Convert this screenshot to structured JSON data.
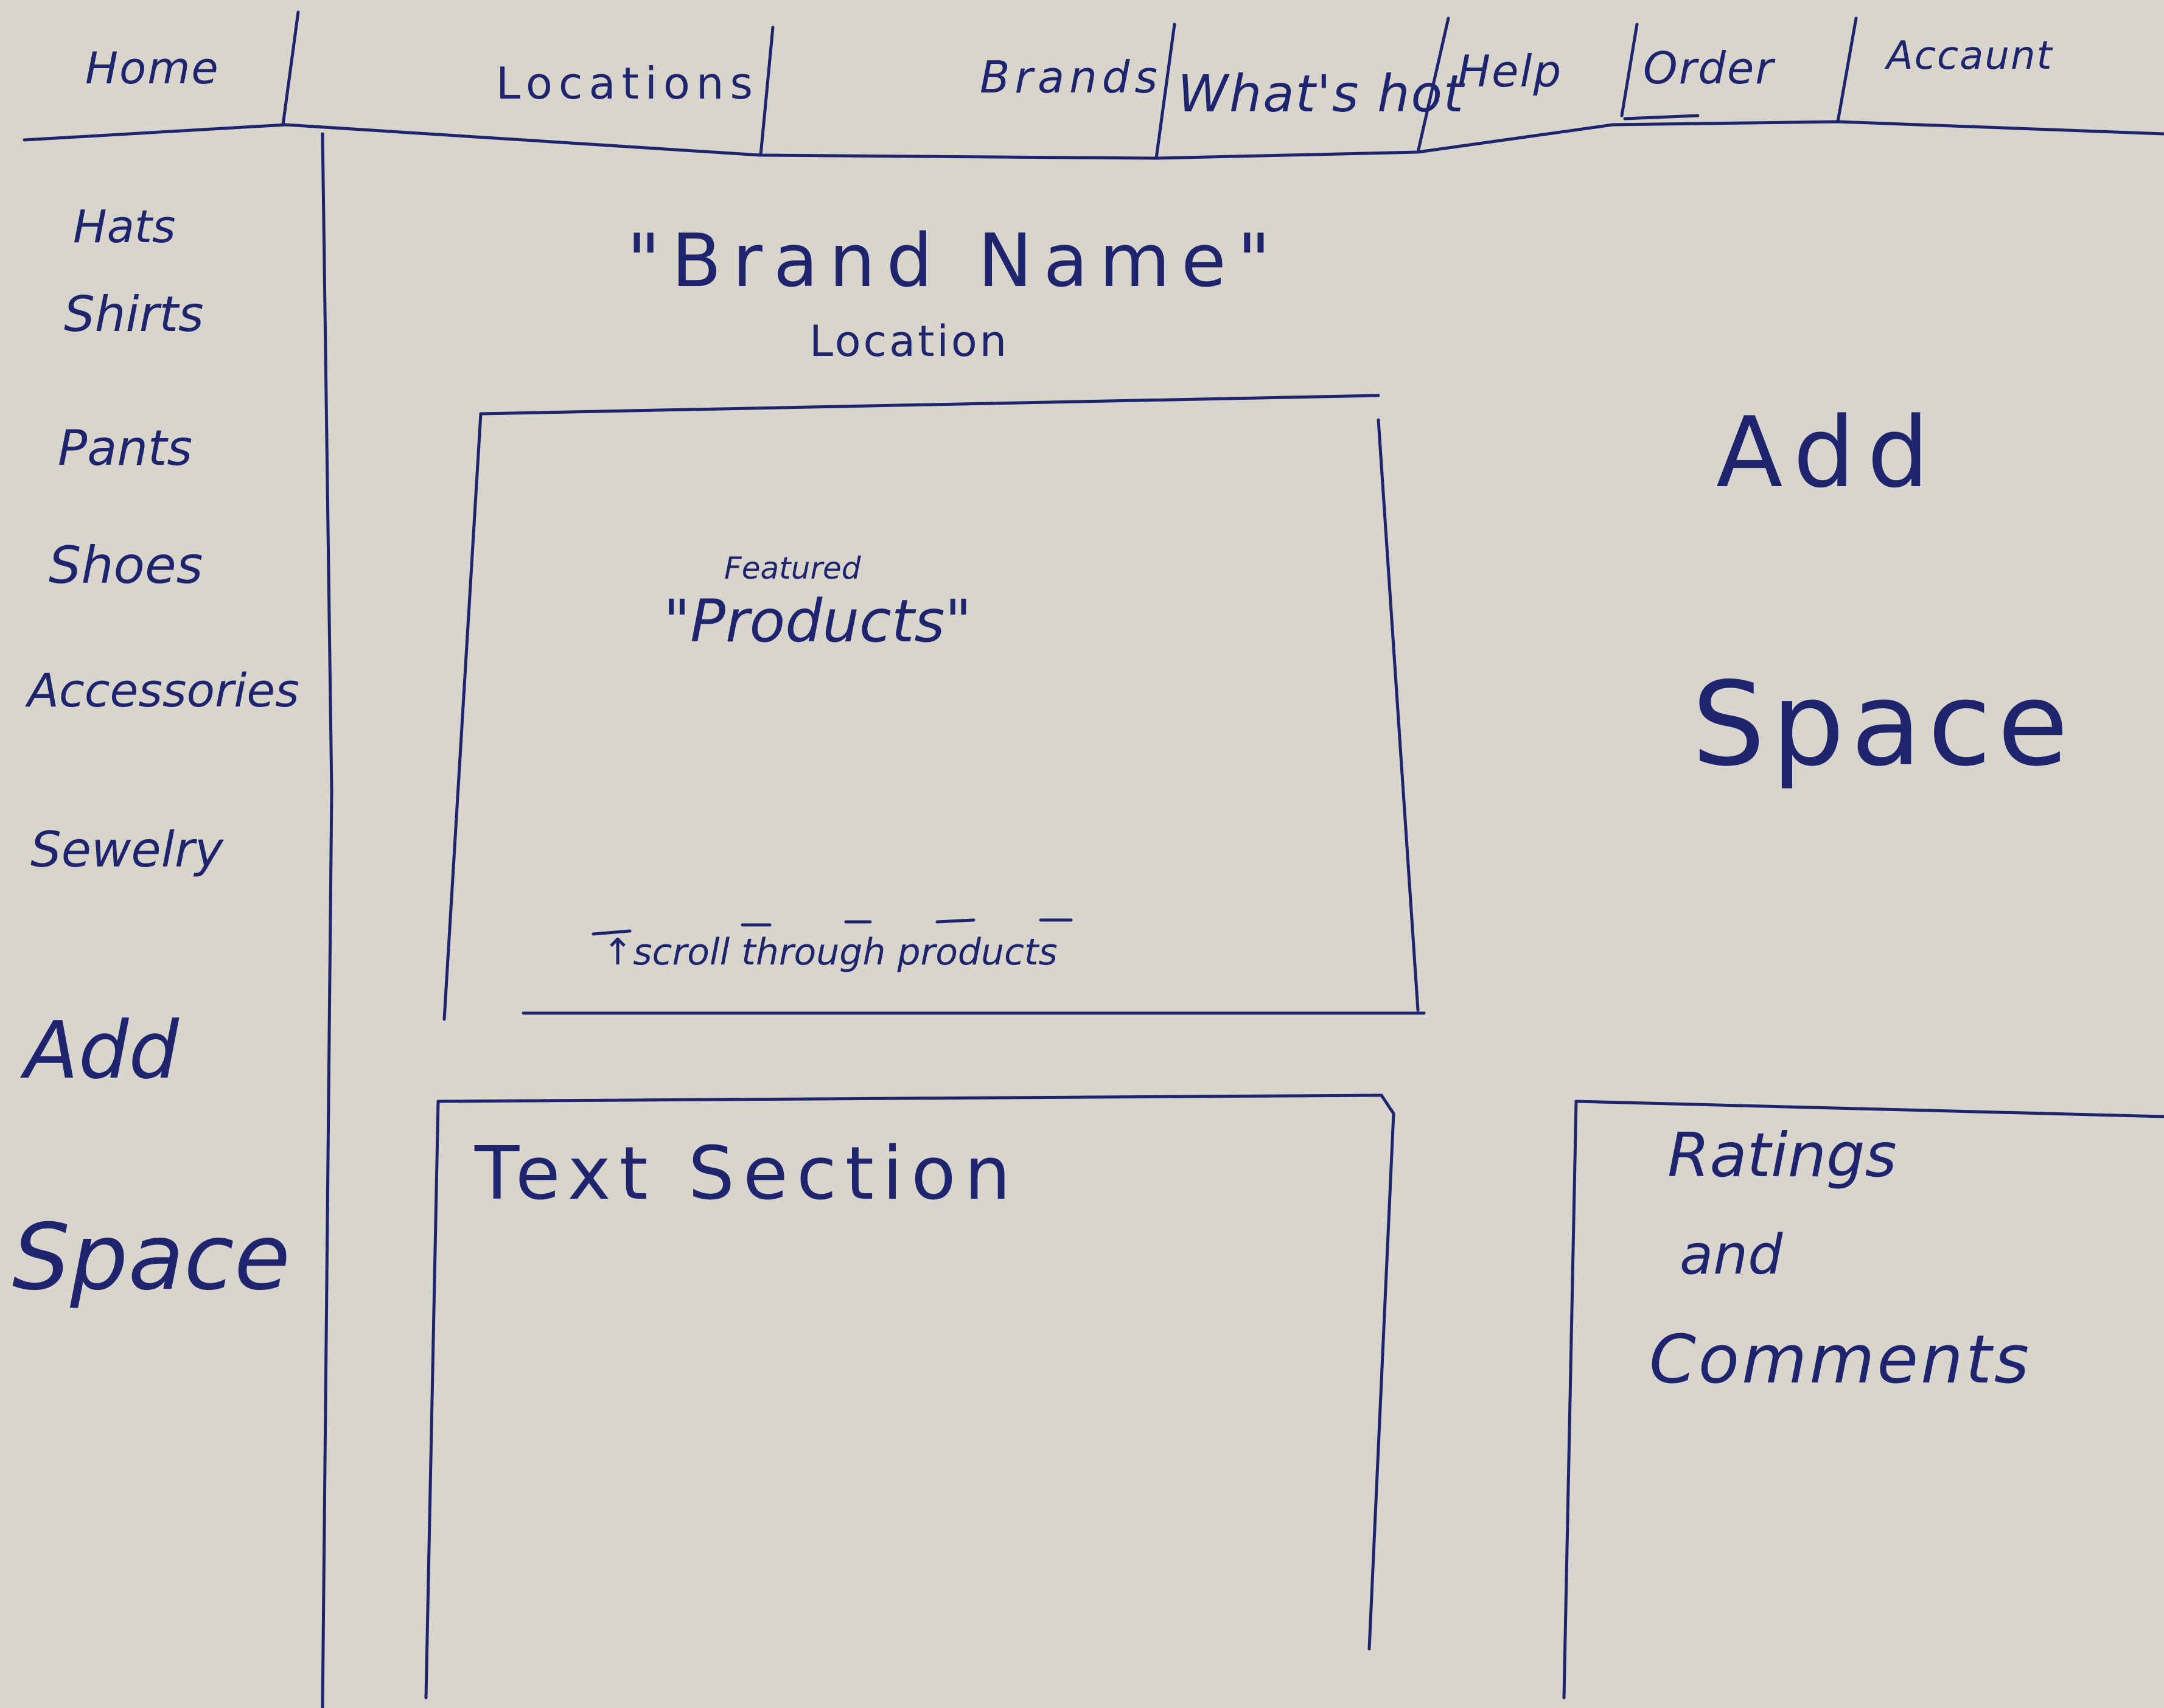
{
  "nav": {
    "items": [
      {
        "label": "Home"
      },
      {
        "label": "Locations"
      },
      {
        "label": "Brands"
      },
      {
        "label": "What's hot"
      },
      {
        "label": "Help"
      },
      {
        "label": "Order"
      },
      {
        "label": "Accaunt"
      }
    ]
  },
  "sidebar": {
    "items": [
      {
        "label": "Hats"
      },
      {
        "label": "Shirts"
      },
      {
        "label": "Pants"
      },
      {
        "label": "Shoes"
      },
      {
        "label": "Accessories"
      },
      {
        "label": "Sewelry"
      }
    ],
    "ad_line1": "Add",
    "ad_line2": "Space"
  },
  "main": {
    "brand_name": "\"Brand Name\"",
    "location": "Location",
    "featured_annotation": "Featured",
    "featured_title": "\"Products\"",
    "scroll_note": "↑scroll through products",
    "text_section": "Text Section"
  },
  "right": {
    "ad_line1": "Add",
    "ad_line2": "Space",
    "ratings_line1": "Ratings",
    "ratings_line2": "and",
    "ratings_line3": "Comments"
  },
  "colors": {
    "ink": "#1f246f",
    "paper": "#d8d5cc"
  }
}
